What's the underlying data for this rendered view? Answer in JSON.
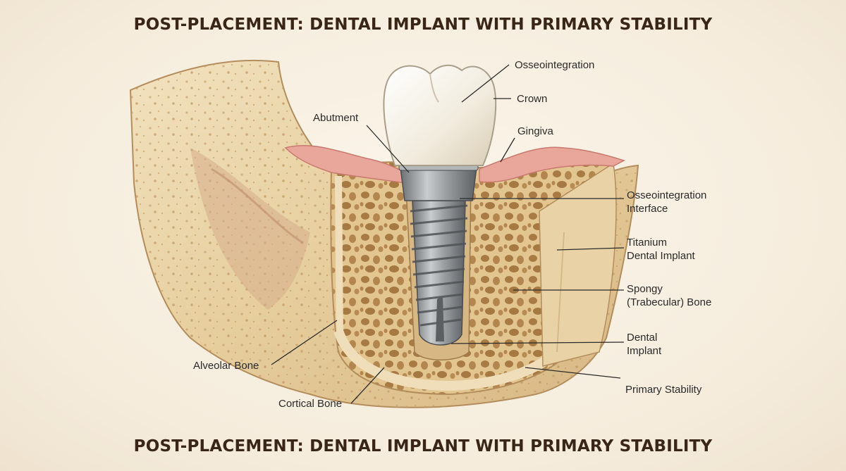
{
  "title_top": "POST-PLACEMENT: DENTAL IMPLANT WITH PRIMARY STABILITY",
  "title_bottom": "POST-PLACEMENT: DENTAL IMPLANT WITH PRIMARY STABILITY",
  "labels": {
    "osseointegration": "Osseointegration",
    "crown": "Crown",
    "abutment": "Abutment",
    "gingiva": "Gingiva",
    "osseo_interface_1": "Osseointegration",
    "osseo_interface_2": "Interface",
    "titanium_1": "Titanium",
    "titanium_2": "Dental Implant",
    "spongy_1": "Spongy",
    "spongy_2": "(Trabecular) Bone",
    "dental_implant_1": "Dental",
    "dental_implant_2": "Implant",
    "primary_stability": "Primary Stability",
    "alveolar_bone": "Alveolar Bone",
    "cortical_bone": "Cortical Bone"
  },
  "colors": {
    "bone": "#e9d3a6",
    "bone_shadow": "#caa675",
    "trabecular_bg": "#dfc08a",
    "trabecular_pore": "#a97b45",
    "gingiva": "#e9a79c",
    "titanium": "#8f9396",
    "crown": "#f4efe3",
    "line": "#2a2a2a"
  }
}
